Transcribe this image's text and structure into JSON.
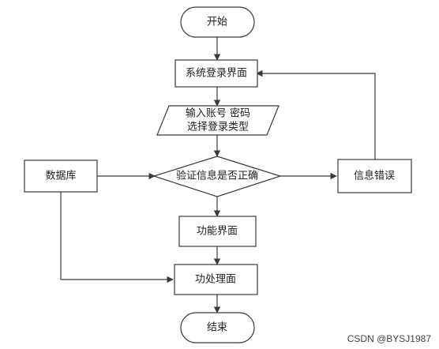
{
  "flow": {
    "start": "开始",
    "login_screen": "系统登录界面",
    "input_line1": "输入账号 密码",
    "input_line2": "选择登录类型",
    "verify": "验证信息是否正确",
    "database": "数据库",
    "error": "信息错误",
    "function_screen": "功能界面",
    "processing": "功处理面",
    "end": "结束"
  },
  "watermark": "CSDN @BYSJ1987",
  "colors": {
    "stroke": "#3a3a3a",
    "fill": "#ffffff",
    "text": "#222222"
  }
}
